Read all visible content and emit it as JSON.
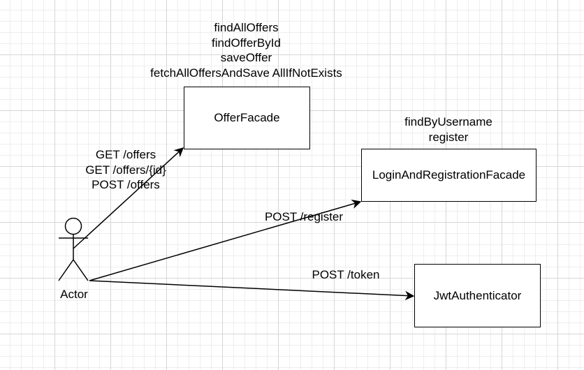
{
  "boxes": {
    "offer_facade": "OfferFacade",
    "login_facade": "LoginAndRegistrationFacade",
    "jwt_authenticator": "JwtAuthenticator"
  },
  "offer_methods": [
    "findAllOffers",
    "findOfferById",
    "saveOffer",
    "fetchAllOffersAndSave AllIfNotExists"
  ],
  "login_methods": [
    "findByUsername",
    "register"
  ],
  "edges": {
    "offer_endpoints": [
      "GET /offers",
      "GET /offers/{id}",
      "POST /offers"
    ],
    "register_endpoint": "POST /register",
    "token_endpoint": "POST /token"
  },
  "actor": {
    "label": "Actor"
  },
  "colors": {
    "stroke": "#000000",
    "grid_major": "#d6d6d6",
    "grid_minor": "#eeeeee",
    "background": "#ffffff"
  }
}
